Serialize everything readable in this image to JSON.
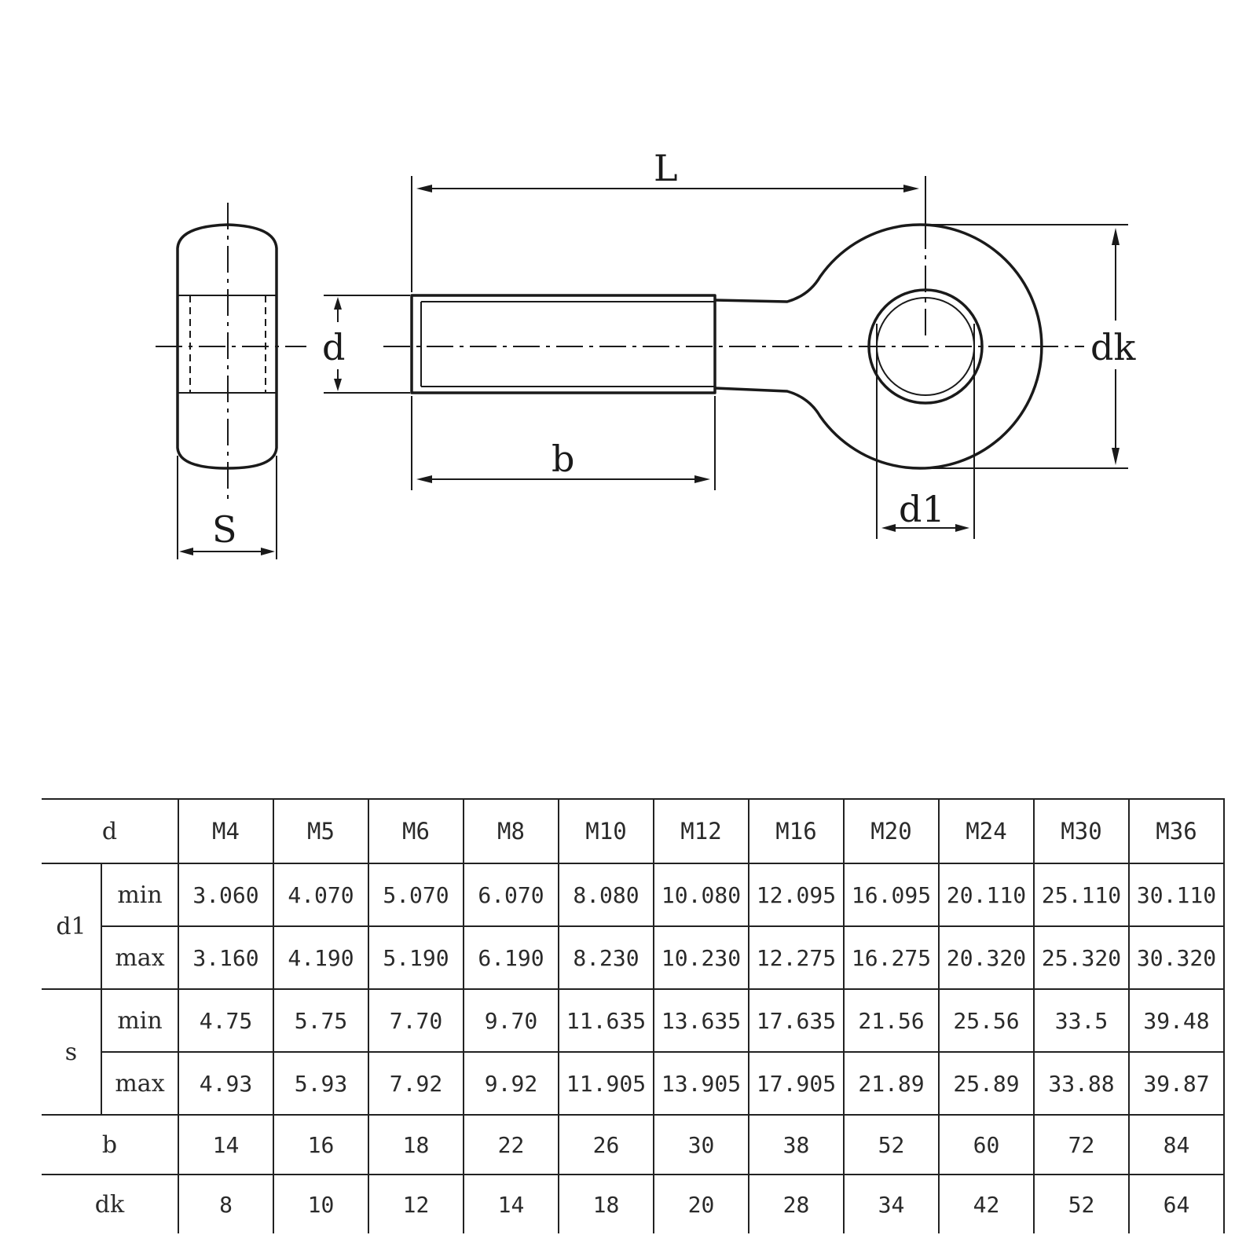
{
  "drawing": {
    "labels": {
      "S": "S",
      "d": "d",
      "L": "L",
      "b": "b",
      "dk": "dk",
      "d1": "d1"
    }
  },
  "table": {
    "header_label": "d",
    "sizes": [
      "M4",
      "M5",
      "M6",
      "M8",
      "M10",
      "M12",
      "M16",
      "M20",
      "M24",
      "M30",
      "M36"
    ],
    "groups": [
      {
        "label": "d1",
        "rows": [
          {
            "sub": "min",
            "values": [
              "3.060",
              "4.070",
              "5.070",
              "6.070",
              "8.080",
              "10.080",
              "12.095",
              "16.095",
              "20.110",
              "25.110",
              "30.110"
            ]
          },
          {
            "sub": "max",
            "values": [
              "3.160",
              "4.190",
              "5.190",
              "6.190",
              "8.230",
              "10.230",
              "12.275",
              "16.275",
              "20.320",
              "25.320",
              "30.320"
            ]
          }
        ]
      },
      {
        "label": "s",
        "rows": [
          {
            "sub": "min",
            "values": [
              "4.75",
              "5.75",
              "7.70",
              "9.70",
              "11.635",
              "13.635",
              "17.635",
              "21.56",
              "25.56",
              "33.5",
              "39.48"
            ]
          },
          {
            "sub": "max",
            "values": [
              "4.93",
              "5.93",
              "7.92",
              "9.92",
              "11.905",
              "13.905",
              "17.905",
              "21.89",
              "25.89",
              "33.88",
              "39.87"
            ]
          }
        ]
      }
    ],
    "single_rows": [
      {
        "label": "b",
        "values": [
          "14",
          "16",
          "18",
          "22",
          "26",
          "30",
          "38",
          "52",
          "60",
          "72",
          "84"
        ]
      },
      {
        "label": "dk",
        "values": [
          "8",
          "10",
          "12",
          "14",
          "18",
          "20",
          "28",
          "34",
          "42",
          "52",
          "64"
        ]
      }
    ]
  }
}
